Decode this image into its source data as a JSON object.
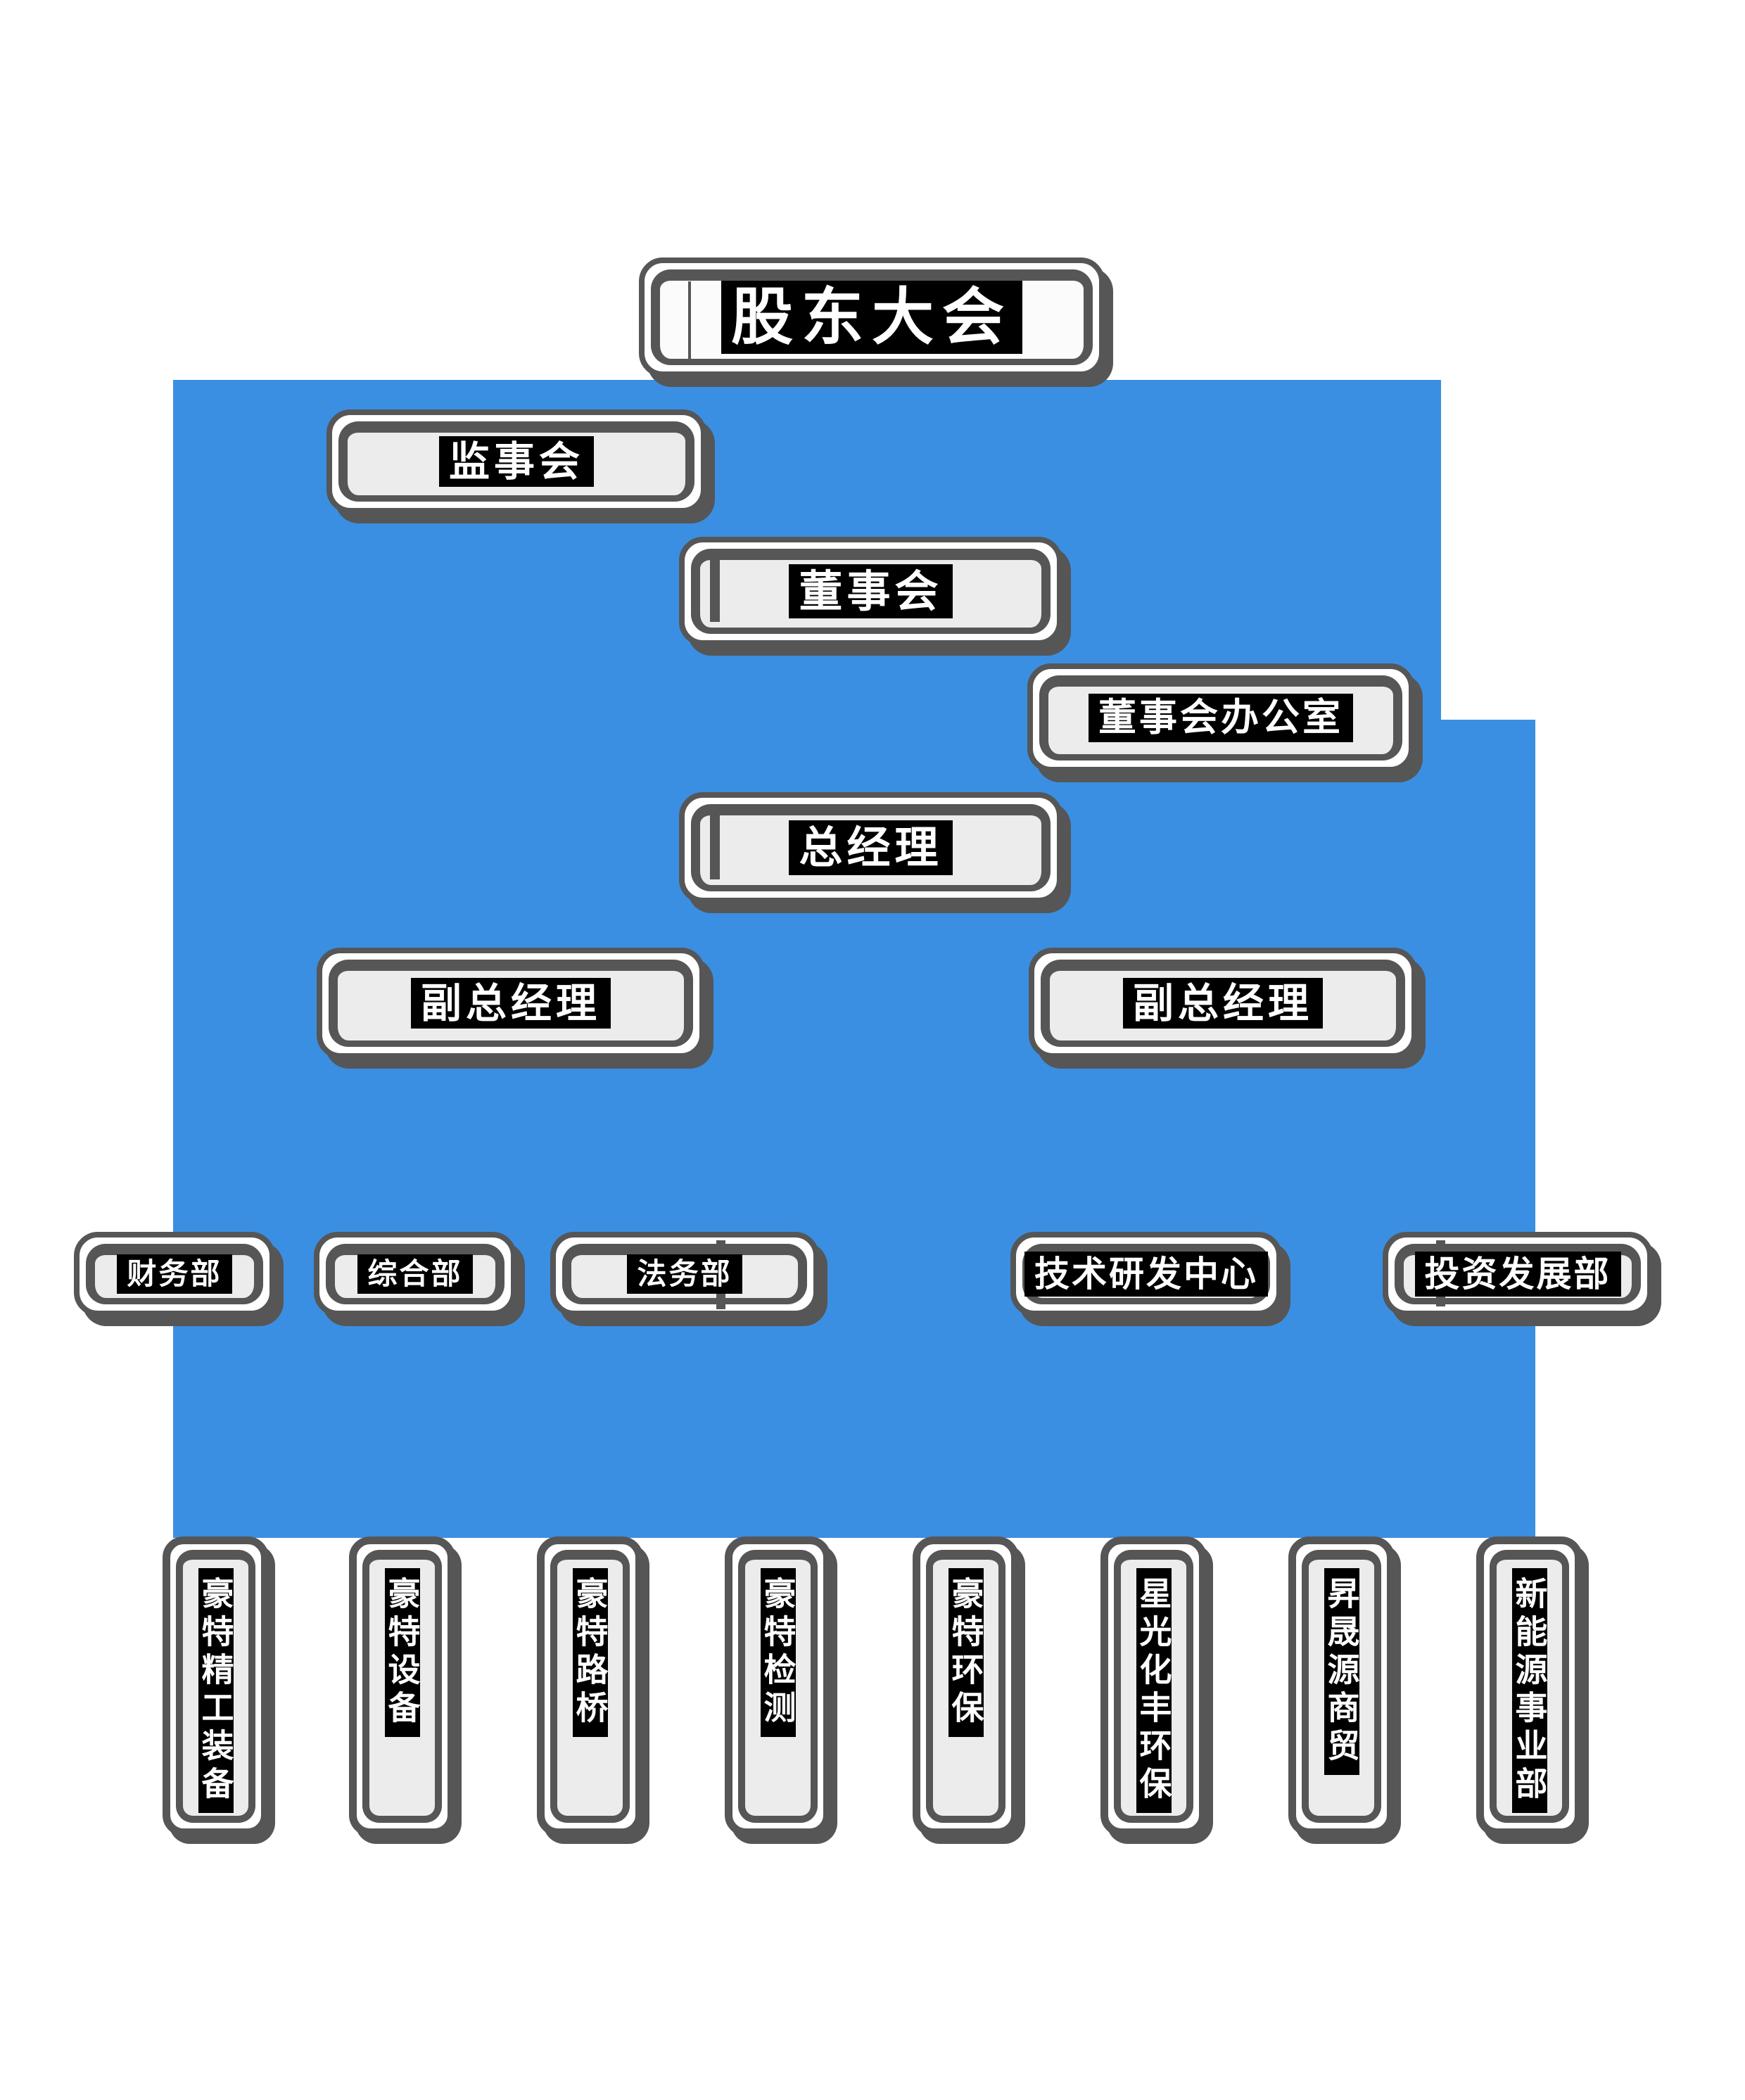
{
  "diagram": {
    "nodes": {
      "shareholders_meeting": "股东大会",
      "supervisory_board": "监事会",
      "board_of_directors": "董事会",
      "board_office": "董事会办公室",
      "general_manager": "总经理",
      "deputy_general_manager_left": "副总经理",
      "deputy_general_manager_right": "副总经理"
    },
    "departments": [
      "财务部",
      "综合部",
      "法务部",
      "技术研发中心",
      "投资发展部"
    ],
    "subsidiaries": [
      "豪特精工装备",
      "豪特设备",
      "豪特路桥",
      "豪特检测",
      "豪特环保",
      "星光化丰环保",
      "昇晟源商贸",
      "新能源事业部"
    ],
    "colors": {
      "panel_blue": "#3a8fe2",
      "frame_gray": "#565656",
      "box_fill": "#ececec",
      "top_box_fill": "#fbfbfb",
      "label_highlight": "#000000",
      "label_text": "#ffffff"
    }
  }
}
